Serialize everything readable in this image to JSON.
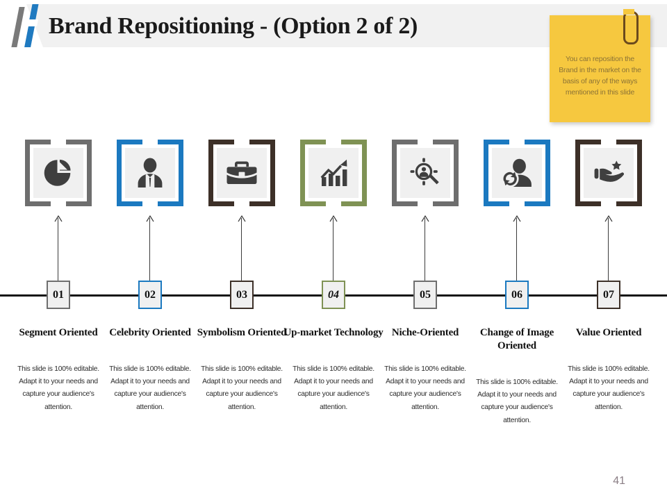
{
  "slide": {
    "title": "Brand Repositioning - (Option 2 of 2)",
    "page_number": "41",
    "logo_icon": "company-logo-bars"
  },
  "sticky_note": {
    "text": "You can reposition the Brand in the market on the basis of any of the ways mentioned in this slide",
    "clip_icon": "paperclip-icon",
    "color": "#f6c83f",
    "text_color": "#8c7336"
  },
  "colors": {
    "gray": "#6e6e6e",
    "blue": "#1b79c0",
    "brown": "#3d3028",
    "olive": "#7f9254",
    "panel": "#f0f0f0",
    "icon": "#3f3f3f",
    "line": "#111111"
  },
  "steps": [
    {
      "number": "01",
      "number_italic": false,
      "accent": "#6e6e6e",
      "icon": "pie-chart-icon",
      "heading": "Segment Oriented",
      "body": "This slide is 100% editable. Adapt it to your needs and capture your audience's attention."
    },
    {
      "number": "02",
      "number_italic": false,
      "accent": "#1b79c0",
      "icon": "businessman-icon",
      "heading": "Celebrity Oriented",
      "body": "This slide is 100% editable. Adapt it to your needs and capture your audience's attention."
    },
    {
      "number": "03",
      "number_italic": false,
      "accent": "#3d3028",
      "icon": "briefcase-icon",
      "heading": "Symbolism Oriented",
      "body": "This slide is 100% editable. Adapt it to your needs and capture your audience's attention."
    },
    {
      "number": "04",
      "number_italic": true,
      "accent": "#7f9254",
      "icon": "growth-bar-chart-icon",
      "heading": "Up-market Technology",
      "body": "This slide is 100% editable. Adapt it to your needs and capture your audience's attention."
    },
    {
      "number": "05",
      "number_italic": false,
      "accent": "#6e6e6e",
      "icon": "target-audience-magnifier-icon",
      "heading": "Niche-Oriented",
      "body": "This slide is 100% editable. Adapt it to your needs and capture your audience's attention."
    },
    {
      "number": "06",
      "number_italic": false,
      "accent": "#1b79c0",
      "icon": "user-refresh-icon",
      "heading": "Change of Image Oriented",
      "body": "This slide is 100% editable. Adapt it to your needs and capture your audience's attention."
    },
    {
      "number": "07",
      "number_italic": false,
      "accent": "#3d3028",
      "icon": "hand-star-icon",
      "heading": "Value Oriented",
      "body": "This slide is 100% editable. Adapt it to your needs and capture your audience's attention."
    }
  ]
}
